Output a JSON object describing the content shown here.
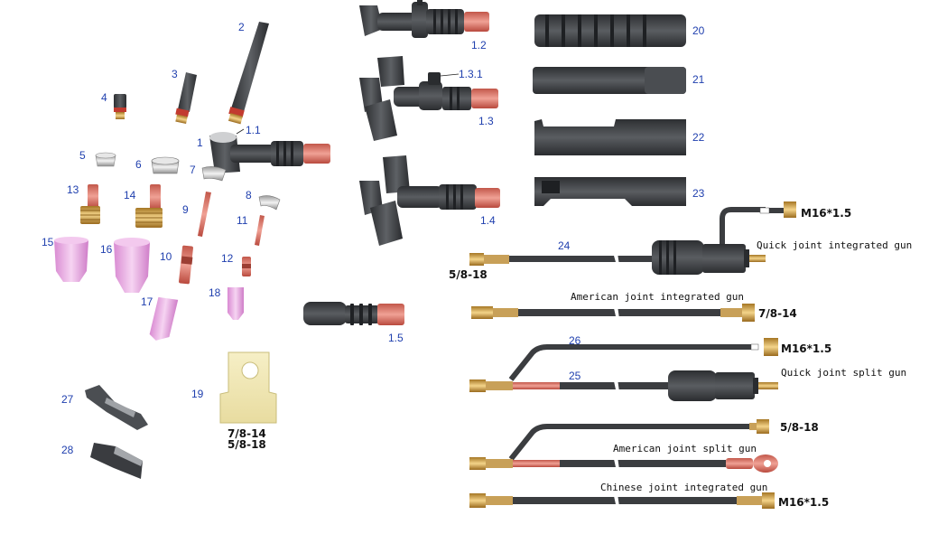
{
  "part_numbers": {
    "p1": "1",
    "p1_1": "1.1",
    "p1_2": "1.2",
    "p1_3": "1.3",
    "p1_3_1": "1.3.1",
    "p1_4": "1.4",
    "p1_5": "1.5",
    "p2": "2",
    "p3": "3",
    "p4": "4",
    "p5": "5",
    "p6": "6",
    "p7": "7",
    "p8": "8",
    "p9": "9",
    "p10": "10",
    "p11": "11",
    "p12": "12",
    "p13": "13",
    "p14": "14",
    "p15": "15",
    "p16": "16",
    "p17": "17",
    "p18": "18",
    "p19": "19",
    "p20": "20",
    "p21": "21",
    "p22": "22",
    "p23": "23",
    "p24": "24",
    "p25": "25",
    "p26": "26",
    "p27": "27",
    "p28": "28"
  },
  "threads": {
    "t19a": "7/8-14",
    "t19b": "5/8-18",
    "gun1_right": "M16*1.5",
    "gun1_left": "5/8-18",
    "gun2_right": "7/8-14",
    "gun3_right": "M16*1.5",
    "gun4_right": "5/8-18",
    "gun5_right": "M16*1.5"
  },
  "captions": {
    "quick_integrated": "Quick joint integrated gun",
    "american_integrated": "American joint integrated gun",
    "quick_split": "Quick joint split gun",
    "american_split": "American joint split gun",
    "chinese_integrated": "Chinese joint integrated gun"
  },
  "colors": {
    "dark": "#3b3d40",
    "copper": "#d9786a",
    "brass": "#d8a94a",
    "pink": "#e6a6e0",
    "steel": "#c9c9c9"
  }
}
